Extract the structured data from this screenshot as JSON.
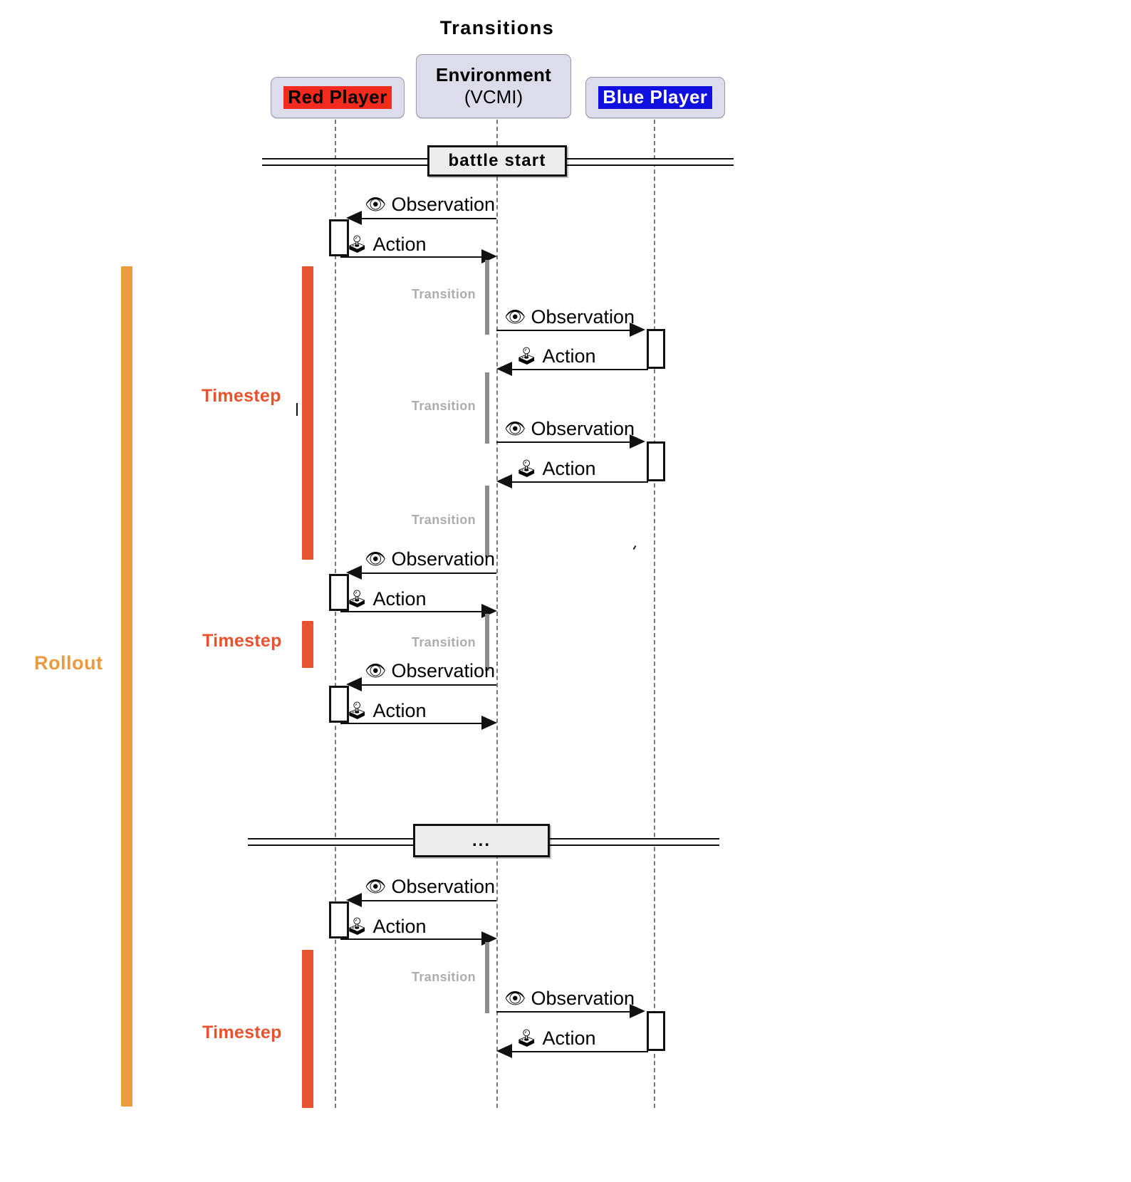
{
  "title": "Transitions",
  "participants": [
    {
      "id": "red",
      "label": "Red Player",
      "sub": "",
      "style": "highlight-red"
    },
    {
      "id": "env",
      "label": "Environment",
      "sub": "(VCMI)",
      "style": "plain"
    },
    {
      "id": "blue",
      "label": "Blue Player",
      "sub": "",
      "style": "highlight-blue"
    }
  ],
  "dividers": [
    {
      "id": "battle-start",
      "label": "battle start"
    },
    {
      "id": "ellipsis",
      "label": "..."
    }
  ],
  "labels": {
    "observation": "Observation",
    "action": "Action",
    "transition": "Transition",
    "timestep": "Timestep",
    "rollout": "Rollout"
  },
  "icons": {
    "observation": "eye-icon",
    "action": "joystick-icon",
    "observation_glyph": "👁",
    "action_glyph": "🕹"
  },
  "colors": {
    "rollout": "#eb9a3c",
    "timestep": "#e8522e",
    "transition_text": "#adadad",
    "red_player_highlight": "#f42a1e",
    "blue_player_highlight": "#0f0fe0",
    "participant_fill": "#dcdcea",
    "divider_fill": "#ededed",
    "lifeline": "#7a7a7a",
    "env_activation": "#8c8c8c"
  },
  "messages": [
    {
      "id": "m1",
      "from": "env",
      "to": "red",
      "label": "Observation",
      "icon": "eye-icon"
    },
    {
      "id": "m2",
      "from": "red",
      "to": "env",
      "label": "Action",
      "icon": "joystick-icon"
    },
    {
      "id": "m3",
      "from": "env",
      "to": "blue",
      "label": "Observation",
      "icon": "eye-icon"
    },
    {
      "id": "m4",
      "from": "blue",
      "to": "env",
      "label": "Action",
      "icon": "joystick-icon"
    },
    {
      "id": "m5",
      "from": "env",
      "to": "blue",
      "label": "Observation",
      "icon": "eye-icon"
    },
    {
      "id": "m6",
      "from": "blue",
      "to": "env",
      "label": "Action",
      "icon": "joystick-icon"
    },
    {
      "id": "m7",
      "from": "env",
      "to": "red",
      "label": "Observation",
      "icon": "eye-icon"
    },
    {
      "id": "m8",
      "from": "red",
      "to": "env",
      "label": "Action",
      "icon": "joystick-icon"
    },
    {
      "id": "m9",
      "from": "env",
      "to": "red",
      "label": "Observation",
      "icon": "eye-icon"
    },
    {
      "id": "m10",
      "from": "red",
      "to": "env",
      "label": "Action",
      "icon": "joystick-icon"
    },
    {
      "id": "m11",
      "from": "env",
      "to": "red",
      "label": "Observation",
      "icon": "eye-icon"
    },
    {
      "id": "m12",
      "from": "red",
      "to": "env",
      "label": "Action",
      "icon": "joystick-icon"
    },
    {
      "id": "m13",
      "from": "env",
      "to": "blue",
      "label": "Observation",
      "icon": "eye-icon"
    },
    {
      "id": "m14",
      "from": "blue",
      "to": "env",
      "label": "Action",
      "icon": "joystick-icon"
    }
  ],
  "transitions": [
    {
      "id": "t1",
      "label": "Transition"
    },
    {
      "id": "t2",
      "label": "Transition"
    },
    {
      "id": "t3",
      "label": "Transition"
    },
    {
      "id": "t4",
      "label": "Transition"
    },
    {
      "id": "t5",
      "label": "Transition"
    }
  ],
  "scopes": {
    "rollout": {
      "label": "Rollout"
    },
    "timesteps": [
      {
        "id": "ts1",
        "label": "Timestep"
      },
      {
        "id": "ts2",
        "label": "Timestep"
      },
      {
        "id": "ts3",
        "label": "Timestep"
      }
    ]
  }
}
